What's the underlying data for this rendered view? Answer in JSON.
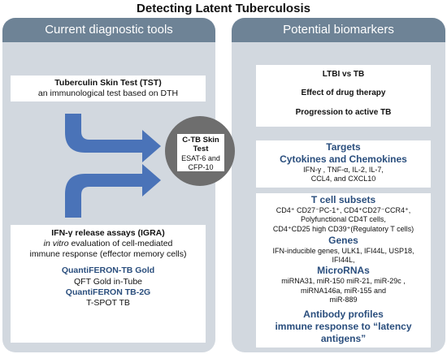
{
  "title": "Detecting  Latent Tuberculosis",
  "left_panel": {
    "header": "Current diagnostic tools",
    "tst": {
      "title": "Tuberculin Skin Test (TST)",
      "desc": "an immunological test based on DTH"
    },
    "igra": {
      "title": "IFN-γ release assays (IGRA)",
      "desc_italic": "in vitro",
      "desc_rest": " evaluation of cell-mediated",
      "desc2": "immune response (effector memory cells)",
      "tests": [
        {
          "label": "QuantiFERON-TB Gold",
          "style": "blue"
        },
        {
          "label": "QFT Gold in-Tube",
          "style": "plain"
        },
        {
          "label": "QuantiFERON TB-2G",
          "style": "blue"
        },
        {
          "label": "T-SPOT TB",
          "style": "plain"
        }
      ]
    }
  },
  "center": {
    "title": "C-TB Skin Test",
    "line1": "ESAT-6 and",
    "line2": "CFP-10"
  },
  "right_panel": {
    "header": "Potential biomarkers",
    "top_items": [
      "LTBI vs TB",
      "Effect of drug therapy",
      "Progression to active TB"
    ],
    "targets": {
      "label": "Targets",
      "heading": "Cytokines and Chemokines",
      "line1": "IFN-γ , TNF-α, IL-2, IL-7,",
      "line2": "CCL4,  and CXCL10"
    },
    "tcell": {
      "heading": "T cell subsets",
      "line1": "CD4⁺ CD27⁻PC-1⁺,  CD4⁺CD27⁻CCR4⁺,",
      "line2": "Polyfunctional CD4T cells,",
      "line3": "CD4⁺CD25 high CD39⁺(Regulatory T cells)"
    },
    "genes": {
      "heading": "Genes",
      "line1": "IFN-inducible genes, ULK1, IFI44L, USP18,",
      "line2": "IFI44L,"
    },
    "micro": {
      "heading": "MicroRNAs",
      "line1": "miRNA31, miR-150 miR-21, miR-29c ,",
      "line2": "miRNA146a, miR-155 and",
      "line3": "miR-889"
    },
    "antibody": {
      "heading": "Antibody profiles",
      "line1": "immune response to “latency",
      "line2": "antigens”"
    }
  },
  "colors": {
    "panel_bg": "#d2d8df",
    "header_bg": "#6e8396",
    "accent_blue": "#2a4e7d",
    "arrow": "#4a73b8",
    "circle": "#6e6e6e"
  }
}
